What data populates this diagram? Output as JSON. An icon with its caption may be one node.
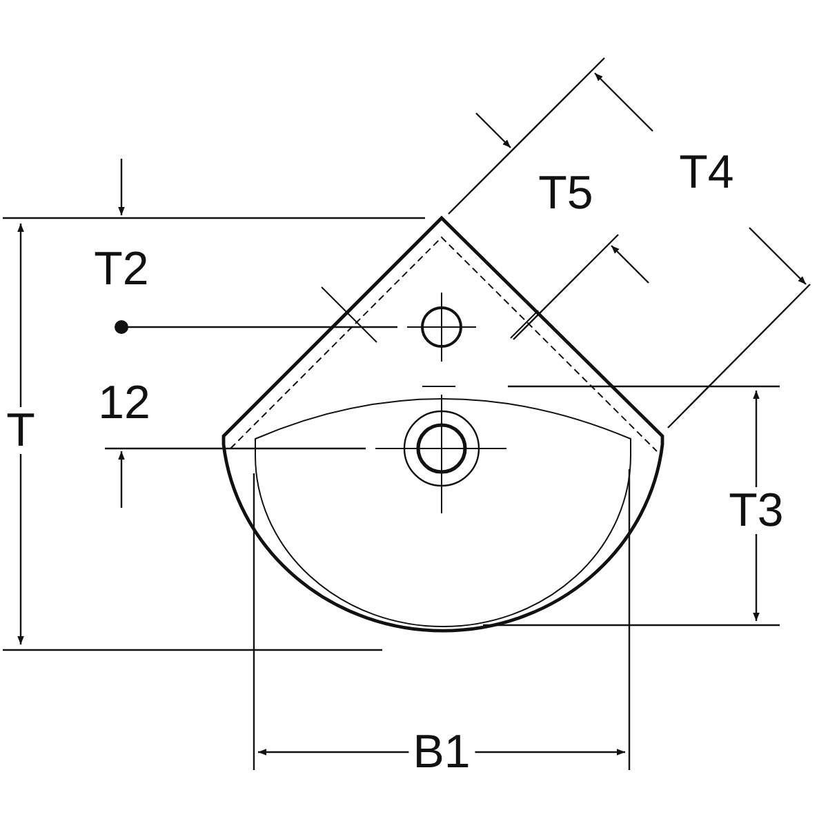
{
  "diagram": {
    "labels": [
      "T4",
      "T5",
      "T2",
      "T",
      "12",
      "T3",
      "B1"
    ]
  }
}
